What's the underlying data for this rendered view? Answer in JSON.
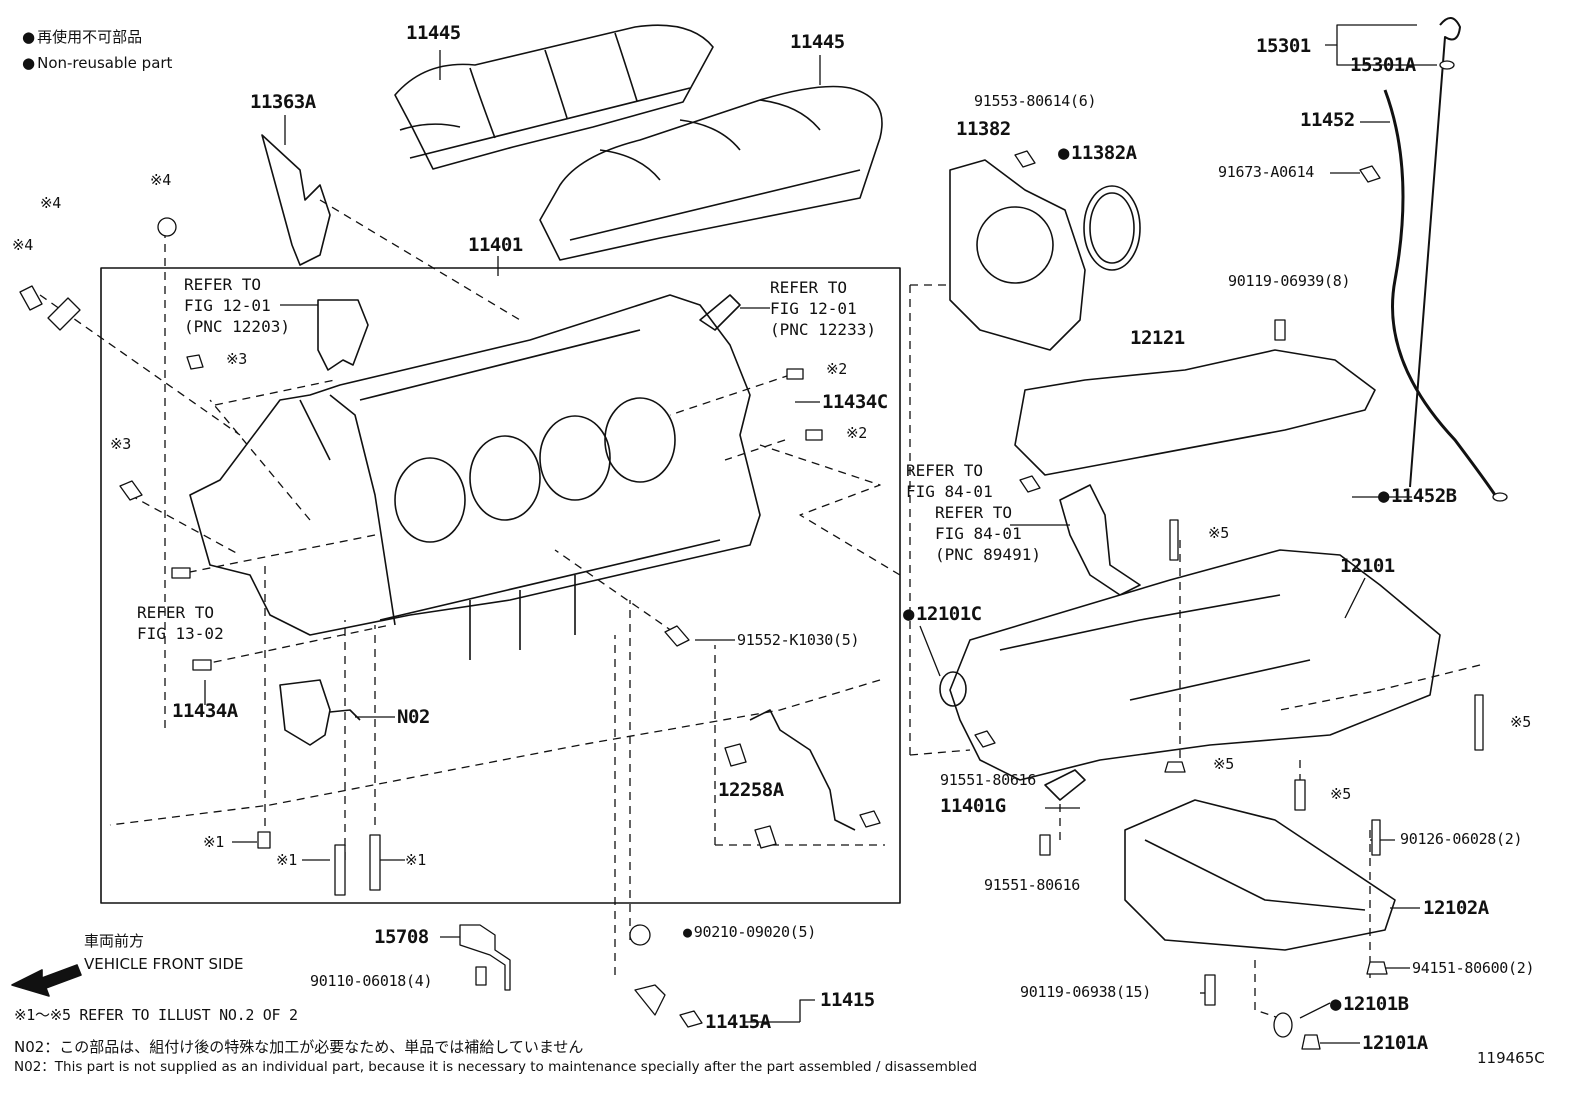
{
  "legend": {
    "ja": "再使用不可部品",
    "en": "Non-reusable part"
  },
  "parts": {
    "p11445a": "11445",
    "p11445b": "11445",
    "p11363A": "11363A",
    "p11401": "11401",
    "p91553": "91553-80614(6)",
    "p11382": "11382",
    "p11382A": "11382A",
    "p15301": "15301",
    "p15301A": "15301A",
    "p11452": "11452",
    "p91673": "91673-A0614",
    "p90119_06939": "90119-06939(8)",
    "p12121": "12121",
    "p11452B": "11452B",
    "p11434C": "11434C",
    "p12101": "12101",
    "p12101C": "12101C",
    "p91552": "91552-K1030(5)",
    "p11434A": "11434A",
    "pN02": "N02",
    "p12258A": "12258A",
    "p91551a": "91551-80616",
    "p11401G": "11401G",
    "p91551b": "91551-80616",
    "p90126": "90126-06028(2)",
    "p12102A": "12102A",
    "p94151": "94151-80600(2)",
    "p15708": "15708",
    "p90110": "90110-06018(4)",
    "p90210": "90210-09020(5)",
    "p11415": "11415",
    "p11415A": "11415A",
    "p90119_06938": "90119-06938(15)",
    "p12101B": "12101B",
    "p12101A": "12101A"
  },
  "marks": {
    "m4a": "※4",
    "m4b": "※4",
    "m4c": "※4",
    "m3a": "※3",
    "m3b": "※3",
    "m2a": "※2",
    "m2b": "※2",
    "m1a": "※1",
    "m1b": "※1",
    "m1c": "※1",
    "m5a": "※5",
    "m5b": "※5",
    "m5c": "※5",
    "m5d": "※5"
  },
  "refs": {
    "r12203": "REFER TO\nFIG 12-01\n(PNC 12203)",
    "r12233": "REFER TO\nFIG 12-01\n(PNC 12233)",
    "r84a": "REFER TO\nFIG 84-01",
    "r84b": "REFER TO\nFIG 84-01\n(PNC 89491)",
    "r13": "REFER TO\nFIG 13-02"
  },
  "front": {
    "ja": "車両前方",
    "en": "VEHICLE FRONT SIDE"
  },
  "notes": {
    "refer": "※1～※5 REFER TO ILLUST NO.2 OF 2",
    "n02_ja": "N02：この部品は、組付け後の特殊な加工が必要なため、単品では補給していません",
    "n02_en": "N02：This part is not supplied as an individual part, because it is necessary to maintenance specially after the part assembled / disassembled"
  },
  "illustration_id": "119465C"
}
